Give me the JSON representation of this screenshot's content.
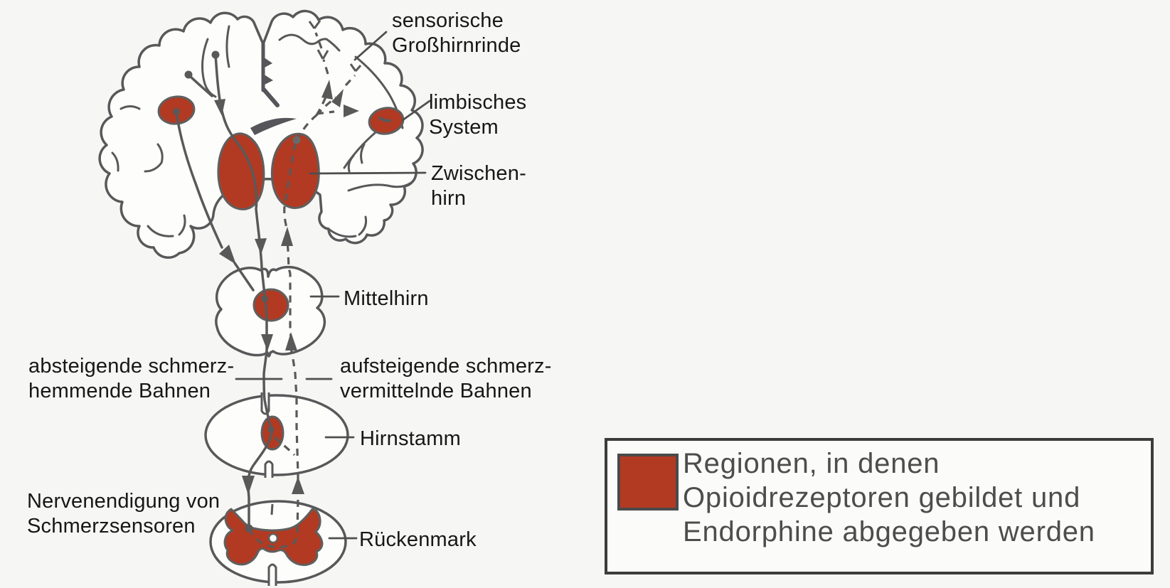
{
  "figure": {
    "description": "Schematic of ascending and descending pain pathways through brain, brainstem and spinal cord with opioid receptor regions highlighted"
  },
  "colors": {
    "opioid_region": "#b23a22",
    "line_gray": "#58585a",
    "label_text": "#171717",
    "legend_text": "#4d4d4d",
    "background": "#f6f6f4"
  },
  "labels": {
    "sensory_cortex": {
      "line1": "sensorische",
      "line2": "Großhirnrinde"
    },
    "limbic_system": {
      "line1": "limbisches",
      "line2": "System"
    },
    "diencephalon": {
      "line1": "Zwischen-",
      "line2": "hirn"
    },
    "midbrain": {
      "text": "Mittelhirn"
    },
    "descending_pathways": {
      "line1": "absteigende schmerz-",
      "line2": "hemmende Bahnen"
    },
    "ascending_pathways": {
      "line1": "aufsteigende schmerz-",
      "line2": "vermittelnde Bahnen"
    },
    "brainstem": {
      "text": "Hirnstamm"
    },
    "nerve_endings": {
      "line1": "Nervenendigung von",
      "line2": "Schmerzsensoren"
    },
    "spinal_cord": {
      "text": "Rückenmark"
    }
  },
  "legend": {
    "line1": "Regionen, in denen",
    "line2": "Opioidrezeptoren gebildet und",
    "line3": "Endorphine abgegeben werden"
  }
}
